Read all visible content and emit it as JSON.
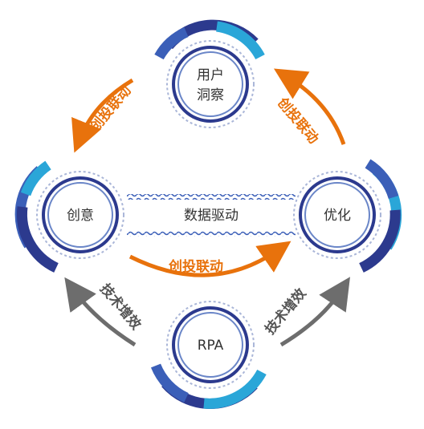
{
  "nodes": {
    "user_insight": {
      "line1": "用户",
      "line2": "洞察"
    },
    "creative": {
      "label": "创意"
    },
    "optimize": {
      "label": "优化"
    },
    "rpa": {
      "label": "RPA"
    }
  },
  "band": {
    "label": "数据驱动"
  },
  "arrows": {
    "top_left": "创投联动",
    "top_right": "创投联动",
    "middle": "创投联动",
    "bottom_left": "技术增效",
    "bottom_right": "技术增效"
  },
  "colors": {
    "orange": "#e8720c",
    "gray": "#6d6d6d",
    "navy": "#2c3a8e",
    "blue": "#3b5fb8",
    "cyan": "#2aa6d8"
  }
}
